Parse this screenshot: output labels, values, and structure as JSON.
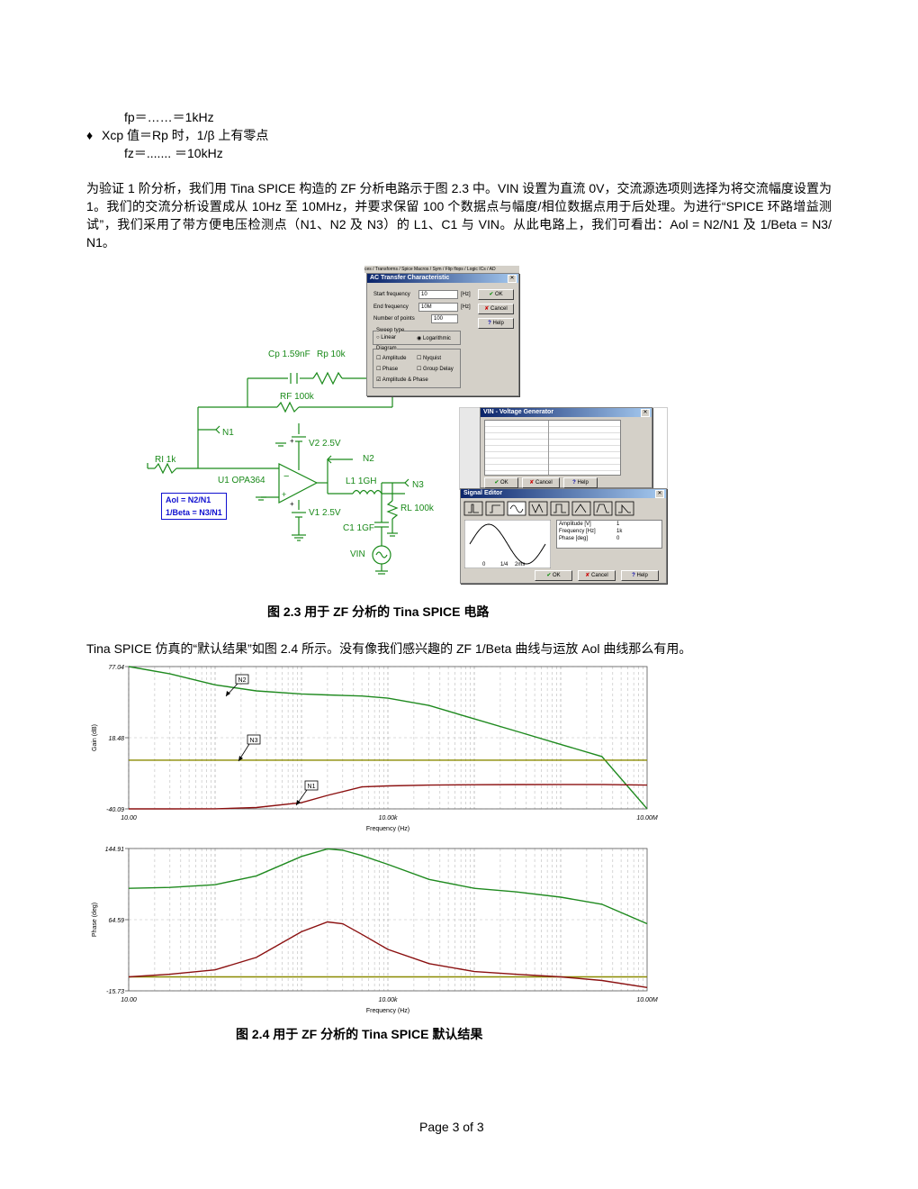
{
  "intro": {
    "line1": "fp＝……＝1kHz",
    "bullet_mark": "♦",
    "line2": "Xcp 值＝Rp 时，1/β 上有零点",
    "line3": "fz＝....... ＝10kHz"
  },
  "paragraph1": "为验证 1 阶分析，我们用 Tina SPICE 构造的 ZF 分析电路示于图 2.3 中。VIN 设置为直流 0V，交流源选项则选择为将交流幅度设置为 1。我们的交流分析设置成从 10Hz 至 10MHz，并要求保留 100 个数据点与幅度/相位数据点用于后处理。为进行“SPICE 环路增益测试”，我们采用了带方便电压检测点（N1、N2 及 N3）的 L1、C1 与 VIN。从此电路上，我们可看出：Aol = N2/N1 及 1/Beta = N3/ N1。",
  "circuit": {
    "cp": "Cp 1.59nF",
    "rp": "Rp 10k",
    "rf": "RF 100k",
    "ri": "RI 1k",
    "n1": "N1",
    "n2": "N2",
    "n3": "N3",
    "v2": "V2 2.5V",
    "v1": "V1 2.5V",
    "u1": "U1 OPA364",
    "l1": "L1 1GH",
    "rl": "RL 100k",
    "c1": "C1 1GF",
    "vin": "VIN",
    "box_line1": "Aol = N2/N1",
    "box_line2": "1/Beta = N3/N1",
    "plus": "+"
  },
  "ac_dialog": {
    "tabs": "ces / Transforms / Spice Macros / Sym / Flip flops / Logic ICs / AD",
    "title": "AC Transfer Characteristic",
    "start_label": "Start frequency",
    "start_value": "10",
    "end_label": "End frequency",
    "end_value": "10M",
    "points_label": "Number of points",
    "points_value": "100",
    "unit": "[Hz]",
    "ok": "OK",
    "cancel": "Cancel",
    "help": "Help",
    "sweep_group": "Sweep type",
    "linear": "Linear",
    "log": "Logarithmic",
    "diagram_group": "Diagram",
    "amplitude": "Amplitude",
    "nyquist": "Nyquist",
    "phase": "Phase",
    "group_delay": "Group Delay",
    "amp_phase": "Amplitude & Phase"
  },
  "vin_dialog": {
    "title": "VIN - Voltage Generator",
    "ok": "OK",
    "cancel": "Cancel",
    "help": "Help"
  },
  "signal_editor": {
    "title": "Signal Editor",
    "amp_label": "Amplitude [V]",
    "amp_value": "1",
    "freq_label": "Frequency [Hz]",
    "freq_value": "1k",
    "phase_label": "Phase [deg]",
    "phase_value": "0",
    "axis_left": "0",
    "axis_mid": "1/4",
    "axis_right": "2ms",
    "ok": "OK",
    "cancel": "Cancel",
    "help": "Help"
  },
  "caption1": "图 2.3  用于 ZF 分析的 Tina SPICE 电路",
  "paragraph2": "Tina SPICE 仿真的“默认结果”如图 2.4 所示。没有像我们感兴趣的 ZF 1/Beta 曲线与运放 Aol 曲线那么有用。",
  "chart_data": [
    {
      "type": "line",
      "title": "",
      "xlabel": "Frequency (Hz)",
      "ylabel": "Gain (dB)",
      "xscale": "log",
      "xlim": [
        10,
        10000000
      ],
      "ylim": [
        -40.09,
        77.04
      ],
      "x_ticks": [
        "10.00",
        "10.00k",
        "10.00M"
      ],
      "y_ticks": [
        "77.04",
        "18.48",
        "-40.09"
      ],
      "grid": true,
      "colors": {
        "N2": "#1f8a1f",
        "N3": "#8a8a00",
        "N1": "#8b1010"
      },
      "x": [
        10,
        30,
        100,
        300,
        1000,
        2000,
        5000,
        10000,
        30000,
        100000,
        300000,
        1000000,
        3000000,
        10000000
      ],
      "series": [
        {
          "name": "N2",
          "values": [
            77.04,
            71,
            62,
            57,
            54.5,
            53.7,
            52.8,
            51,
            45,
            34,
            24,
            13,
            3,
            -40
          ]
        },
        {
          "name": "N3",
          "values": [
            0,
            0,
            0,
            0,
            0,
            0,
            0,
            0,
            0,
            0,
            0,
            0,
            0,
            0
          ]
        },
        {
          "name": "N1",
          "values": [
            -40.09,
            -40.09,
            -40,
            -39,
            -35,
            -29,
            -22,
            -21.2,
            -20.5,
            -20.2,
            -20.1,
            -20,
            -20,
            -20.5
          ]
        }
      ]
    },
    {
      "type": "line",
      "title": "",
      "xlabel": "Frequency (Hz)",
      "ylabel": "Phase (deg)",
      "xscale": "log",
      "xlim": [
        10,
        10000000
      ],
      "ylim": [
        -15.73,
        144.91
      ],
      "x_ticks": [
        "10.00",
        "10.00k",
        "10.00M"
      ],
      "y_ticks": [
        "144.91",
        "64.59",
        "-15.73"
      ],
      "grid": true,
      "colors": {
        "green": "#1f8a1f",
        "olive": "#8a8a00",
        "red": "#8b1010"
      },
      "x": [
        10,
        30,
        100,
        300,
        1000,
        2000,
        3000,
        5000,
        10000,
        30000,
        100000,
        300000,
        1000000,
        3000000,
        10000000
      ],
      "series": [
        {
          "name": "",
          "values": [
            100,
            101,
            104,
            114,
            136,
            144.5,
            143,
            137,
            127,
            110,
            100,
            96,
            90,
            82,
            60
          ]
        },
        {
          "name": "",
          "values": [
            0,
            0,
            0,
            0,
            0,
            0,
            0,
            0,
            0,
            0,
            0,
            0,
            0,
            0,
            0
          ]
        },
        {
          "name": "",
          "values": [
            0,
            3,
            8,
            22,
            51,
            62,
            60,
            48,
            31,
            15,
            6,
            3,
            0,
            -4,
            -12
          ]
        }
      ]
    }
  ],
  "labels_gain": {
    "n2": "N2",
    "n3": "N3",
    "n1": "N1"
  },
  "caption2": "图 2.4   用于 ZF 分析的 Tina SPICE 默认结果",
  "footer": "Page 3 of 3"
}
